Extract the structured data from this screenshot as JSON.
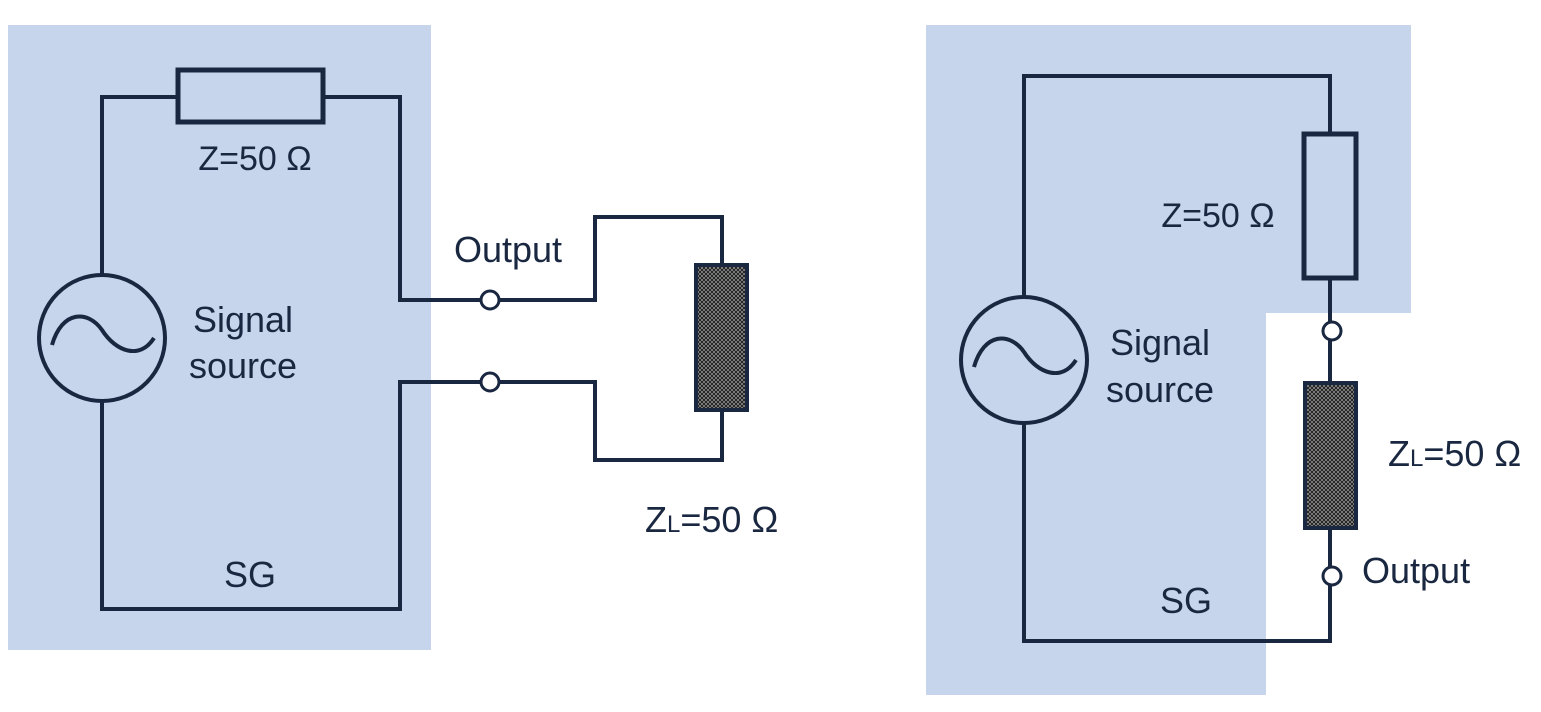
{
  "colors": {
    "sg_box": "#c6d4ec",
    "wire": "#1a2740",
    "text": "#1a2740"
  },
  "left": {
    "impedance_label": "Z=50 Ω",
    "source_label_line1": "Signal",
    "source_label_line2": "source",
    "output_label": "Output",
    "load_label_main": "Z",
    "load_label_sub": "L",
    "load_label_value": "=50 Ω",
    "sg_label": "SG"
  },
  "right": {
    "impedance_label": "Z=50 Ω",
    "source_label_line1": "Signal",
    "source_label_line2": "source",
    "output_label": "Output",
    "load_label_main": "Z",
    "load_label_sub": "L",
    "load_label_value": "=50 Ω",
    "sg_label": "SG"
  }
}
